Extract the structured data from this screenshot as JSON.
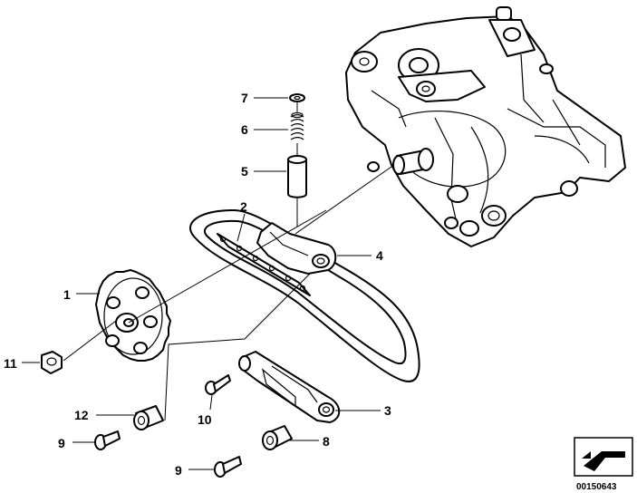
{
  "callouts": {
    "c1": "1",
    "c2": "2",
    "c3": "3",
    "c4": "4",
    "c5": "5",
    "c6": "6",
    "c7": "7",
    "c8": "8",
    "c9a": "9",
    "c9b": "9",
    "c10": "10",
    "c11": "11",
    "c12": "12"
  },
  "document_id": "00150643",
  "colors": {
    "line": "#000000",
    "background": "#ffffff"
  },
  "icons": [
    "parts-catalog-arrow-icon"
  ]
}
